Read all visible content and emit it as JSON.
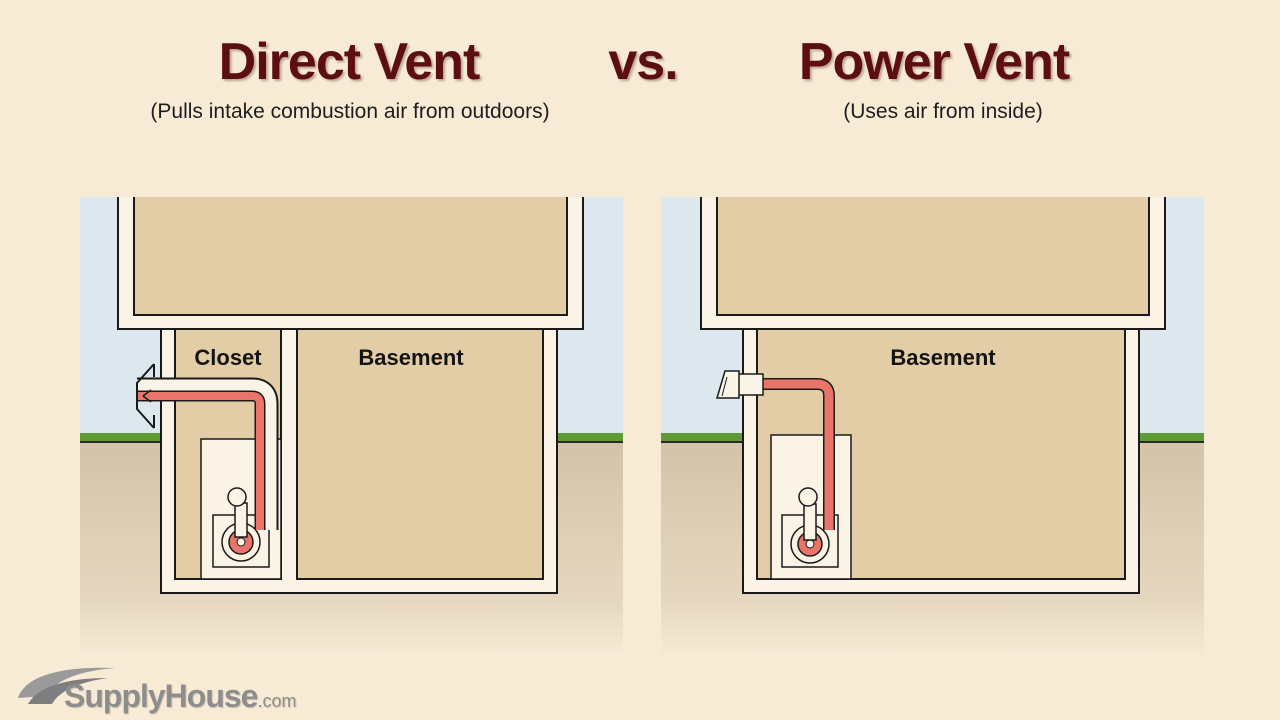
{
  "header": {
    "left_title": "Direct Vent",
    "vs_label": "vs.",
    "right_title": "Power Vent",
    "left_subtitle": "(Pulls intake combustion air from outdoors)",
    "right_subtitle": "(Uses air from inside)"
  },
  "diagrams": {
    "direct_vent": {
      "closet_label": "Closet",
      "basement_label": "Basement"
    },
    "power_vent": {
      "basement_label": "Basement"
    }
  },
  "logo": {
    "brand": "SupplyHouse",
    "tld": ".com"
  },
  "colors": {
    "title": "#5c0e12",
    "background": "#f8ebd6",
    "house_fill": "#e3cda6",
    "sky": "#dde8ee",
    "ground": "#d3c3a8",
    "grass": "#5f9a35",
    "vent_pipe": "#e9756a",
    "outline": "#1a1a1a"
  }
}
